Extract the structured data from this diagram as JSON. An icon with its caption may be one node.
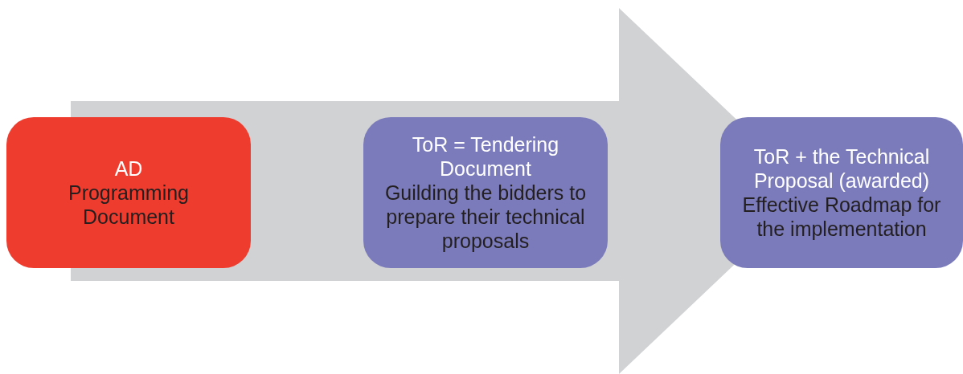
{
  "diagram": {
    "nodes": [
      {
        "text": [
          "AD",
          "Programming Document"
        ]
      },
      {
        "text": [
          "ToR = Tendering Document",
          "Guilding the bidders to prepare their technical proposals"
        ]
      },
      {
        "text": [
          "ToR + the Technical Proposal (awarded)",
          "Effective Roadmap for the implementation"
        ]
      }
    ],
    "edges": [
      {
        "from": 0,
        "to": 2,
        "arrow": "to"
      }
    ]
  }
}
